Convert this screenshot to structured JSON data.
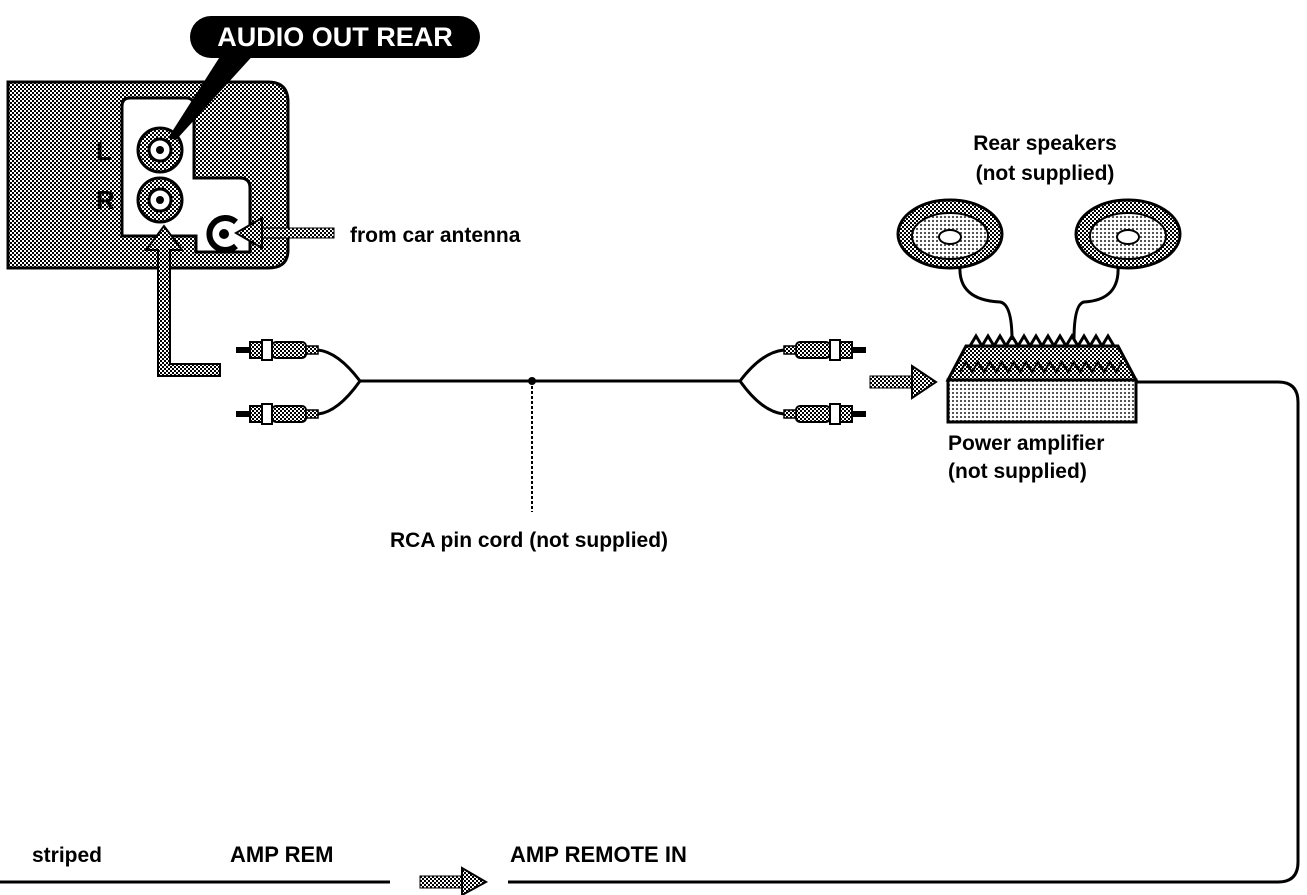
{
  "title_badge": "AUDIO OUT REAR",
  "jack_left_label": "L",
  "jack_right_label": "R",
  "antenna_label": "from car antenna",
  "speakers_label_line1": "Rear speakers",
  "speakers_label_line2": "(not supplied)",
  "amplifier_label_line1": "Power amplifier",
  "amplifier_label_line2": "(not supplied)",
  "cord_label": "RCA pin cord (not supplied)",
  "legend": {
    "wire_color": "striped",
    "source_terminal": "AMP REM",
    "target_terminal": "AMP REMOTE IN"
  },
  "colors": {
    "ink": "#000000",
    "panel_fill": "#9a9a9a",
    "hatched_fill": "#bdbdbd",
    "background": "#ffffff"
  },
  "icons": [
    "rca-jack-icon",
    "antenna-jack-icon",
    "rca-plug-icon",
    "speaker-icon",
    "amplifier-icon",
    "arrow-icon"
  ]
}
